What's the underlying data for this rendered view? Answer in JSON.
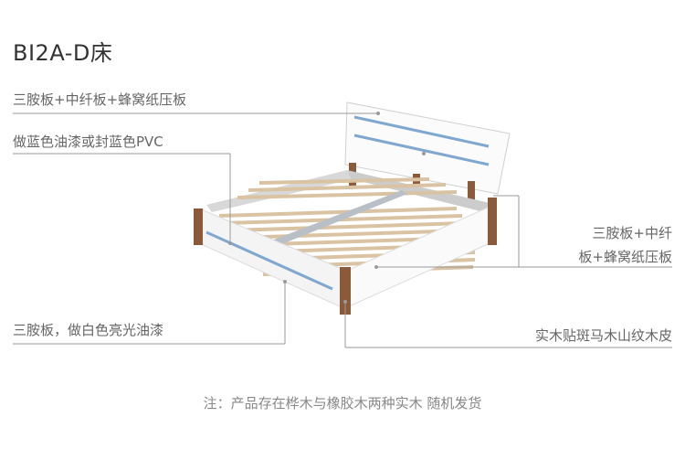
{
  "title": "BI2A-D床",
  "callouts": {
    "headboard": "三胺板+中纤板+蜂窝纸压板",
    "blue_stripe": "做蓝色油漆或封蓝色PVC",
    "side_panel": "三胺板，做白色亮光油漆",
    "footboard_line1": "三胺板+中纤",
    "footboard_line2": "板+蜂窝纸压板",
    "legs": "实木贴斑马木山纹木皮"
  },
  "note": "注：产品存在桦木与橡胶木两种实木 随机发货",
  "colors": {
    "accent_blue": "#7fa7cf",
    "wood": "#8a5a3a",
    "leader_line": "#9a9a9a"
  }
}
